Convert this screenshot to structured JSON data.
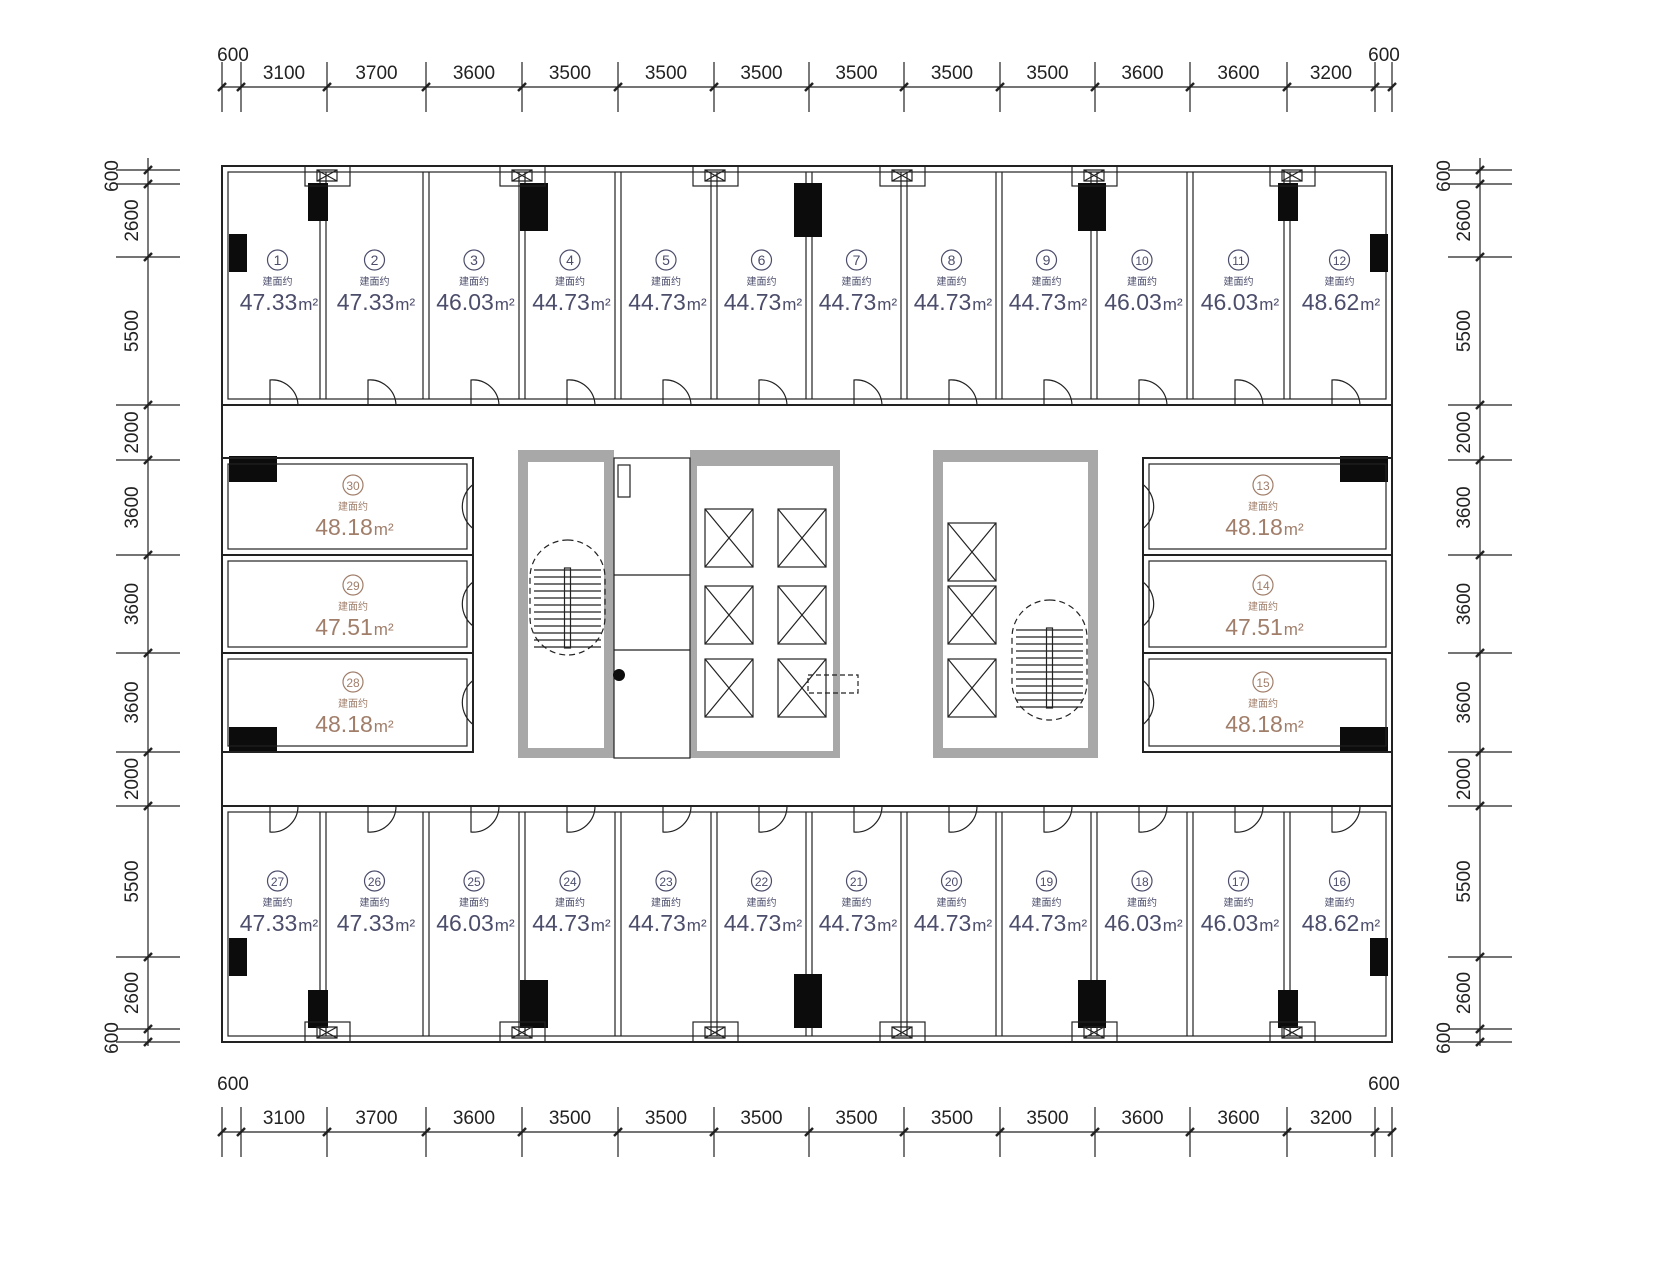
{
  "plan": {
    "area_label": "建面约",
    "area_unit": "m²",
    "colors": {
      "unit_text": "#4b4d6b",
      "side_unit_text": "#a07e6a",
      "line": "#222222",
      "core_fill": "#a8a8a8"
    },
    "top_units": [
      {
        "no": "1",
        "area": "47.33"
      },
      {
        "no": "2",
        "area": "47.33"
      },
      {
        "no": "3",
        "area": "46.03"
      },
      {
        "no": "4",
        "area": "44.73"
      },
      {
        "no": "5",
        "area": "44.73"
      },
      {
        "no": "6",
        "area": "44.73"
      },
      {
        "no": "7",
        "area": "44.73"
      },
      {
        "no": "8",
        "area": "44.73"
      },
      {
        "no": "9",
        "area": "44.73"
      },
      {
        "no": "10",
        "area": "46.03"
      },
      {
        "no": "11",
        "area": "46.03"
      },
      {
        "no": "12",
        "area": "48.62"
      }
    ],
    "bottom_units": [
      {
        "no": "27",
        "area": "47.33"
      },
      {
        "no": "26",
        "area": "47.33"
      },
      {
        "no": "25",
        "area": "46.03"
      },
      {
        "no": "24",
        "area": "44.73"
      },
      {
        "no": "23",
        "area": "44.73"
      },
      {
        "no": "22",
        "area": "44.73"
      },
      {
        "no": "21",
        "area": "44.73"
      },
      {
        "no": "20",
        "area": "44.73"
      },
      {
        "no": "19",
        "area": "44.73"
      },
      {
        "no": "18",
        "area": "46.03"
      },
      {
        "no": "17",
        "area": "46.03"
      },
      {
        "no": "16",
        "area": "48.62"
      }
    ],
    "left_units": [
      {
        "no": "30",
        "area": "48.18"
      },
      {
        "no": "29",
        "area": "47.51"
      },
      {
        "no": "28",
        "area": "48.18"
      }
    ],
    "right_units": [
      {
        "no": "13",
        "area": "48.18"
      },
      {
        "no": "14",
        "area": "47.51"
      },
      {
        "no": "15",
        "area": "48.18"
      }
    ]
  },
  "dimensions": {
    "horizontal": [
      "600",
      "3100",
      "3700",
      "3600",
      "3500",
      "3500",
      "3500",
      "3500",
      "3500",
      "3500",
      "3600",
      "3600",
      "3200",
      "600"
    ],
    "vertical": [
      "600",
      "2600",
      "5500",
      "2000",
      "3600",
      "3600",
      "3600",
      "2000",
      "5500",
      "2600",
      "600"
    ]
  }
}
